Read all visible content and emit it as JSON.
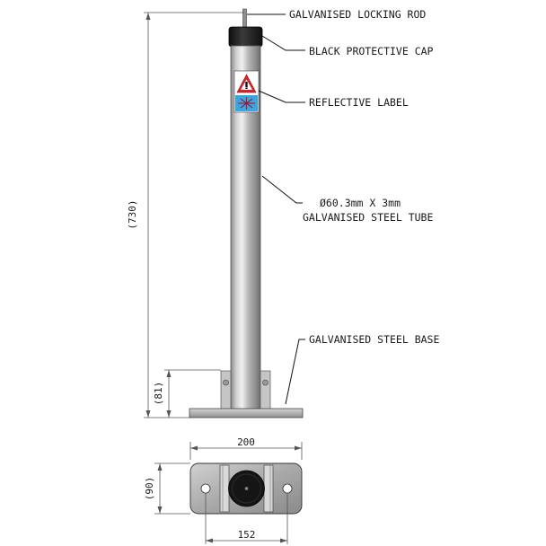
{
  "labels": {
    "locking_rod": "GALVANISED LOCKING ROD",
    "cap": "BLACK PROTECTIVE CAP",
    "reflective_label": "REFLECTIVE LABEL",
    "tube_line1": "Ø60.3mm X 3mm",
    "tube_line2": "GALVANISED STEEL TUBE",
    "base": "GALVANISED STEEL BASE"
  },
  "dimensions": {
    "overall_height": "(730)",
    "base_height": "(81)",
    "base_width": "200",
    "base_depth": "(90)",
    "hole_centres": "152"
  },
  "colors": {
    "steel_light": "#e6e6e6",
    "steel_dark": "#7a7a7a",
    "cap": "#1c1c1c",
    "warning_red": "#d8232a",
    "label_blue": "#3aa6dd"
  }
}
